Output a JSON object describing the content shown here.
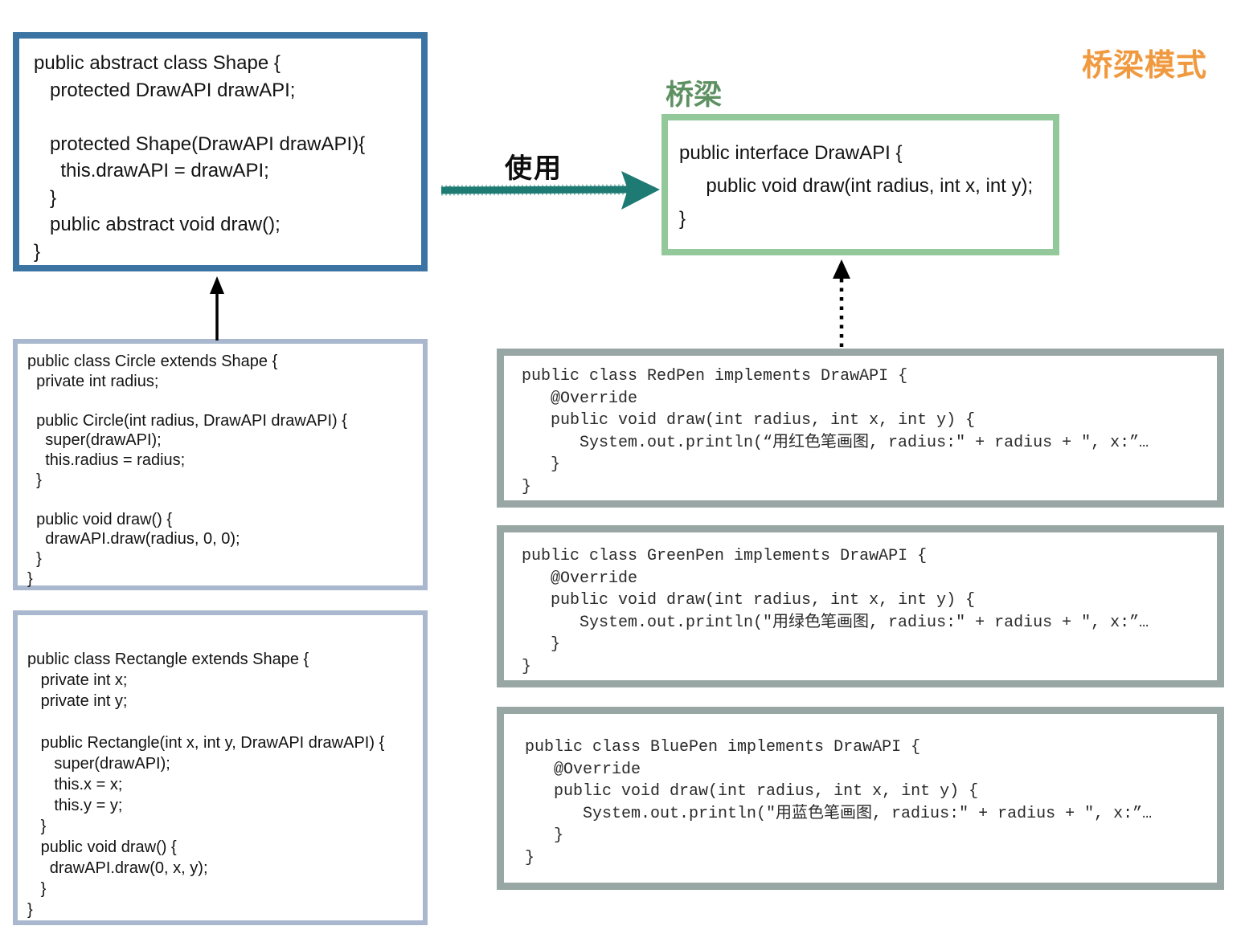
{
  "title": "桥梁模式",
  "bridge_label": "桥梁",
  "uses_label": "使用",
  "colors": {
    "title_orange": "#F0993F",
    "bridge_label_green": "#5E9162",
    "shape_border_blue": "#3B74A3",
    "subclass_border_slate": "#A9B8CE",
    "interface_border_green": "#93C89B",
    "implementor_border_gray": "#98A7A3",
    "uses_arrow_teal": "#1E7B74",
    "relation_arrow_black": "#000000"
  },
  "boxes": {
    "shape": {
      "code": "public abstract class Shape {\n   protected DrawAPI drawAPI;\n\n   protected Shape(DrawAPI drawAPI){\n     this.drawAPI = drawAPI;\n   }\n   public abstract void draw();\n}"
    },
    "drawapi": {
      "code": "public interface DrawAPI {\n     public void draw(int radius, int x, int y);\n}"
    },
    "circle": {
      "code": "public class Circle extends Shape {\n  private int radius;\n\n  public Circle(int radius, DrawAPI drawAPI) {\n    super(drawAPI);\n    this.radius = radius;\n  }\n\n  public void draw() {\n    drawAPI.draw(radius, 0, 0);\n  }\n}"
    },
    "rectangle": {
      "code": "public class Rectangle extends Shape {\n   private int x;\n   private int y;\n\n   public Rectangle(int x, int y, DrawAPI drawAPI) {\n      super(drawAPI);\n      this.x = x;\n      this.y = y;\n   }\n   public void draw() {\n     drawAPI.draw(0, x, y);\n   }\n}"
    },
    "redpen": {
      "code": "public class RedPen implements DrawAPI {\n   @Override\n   public void draw(int radius, int x, int y) {\n      System.out.println(“用红色笔画图, radius:\" + radius + \", x:”…\n   }\n}"
    },
    "greenpen": {
      "code": "public class GreenPen implements DrawAPI {\n   @Override\n   public void draw(int radius, int x, int y) {\n      System.out.println(\"用绿色笔画图, radius:\" + radius + \", x:”…\n   }\n}"
    },
    "bluepen": {
      "code": "public class BluePen implements DrawAPI {\n   @Override\n   public void draw(int radius, int x, int y) {\n      System.out.println(\"用蓝色笔画图, radius:\" + radius + \", x:”…\n   }\n}"
    }
  }
}
